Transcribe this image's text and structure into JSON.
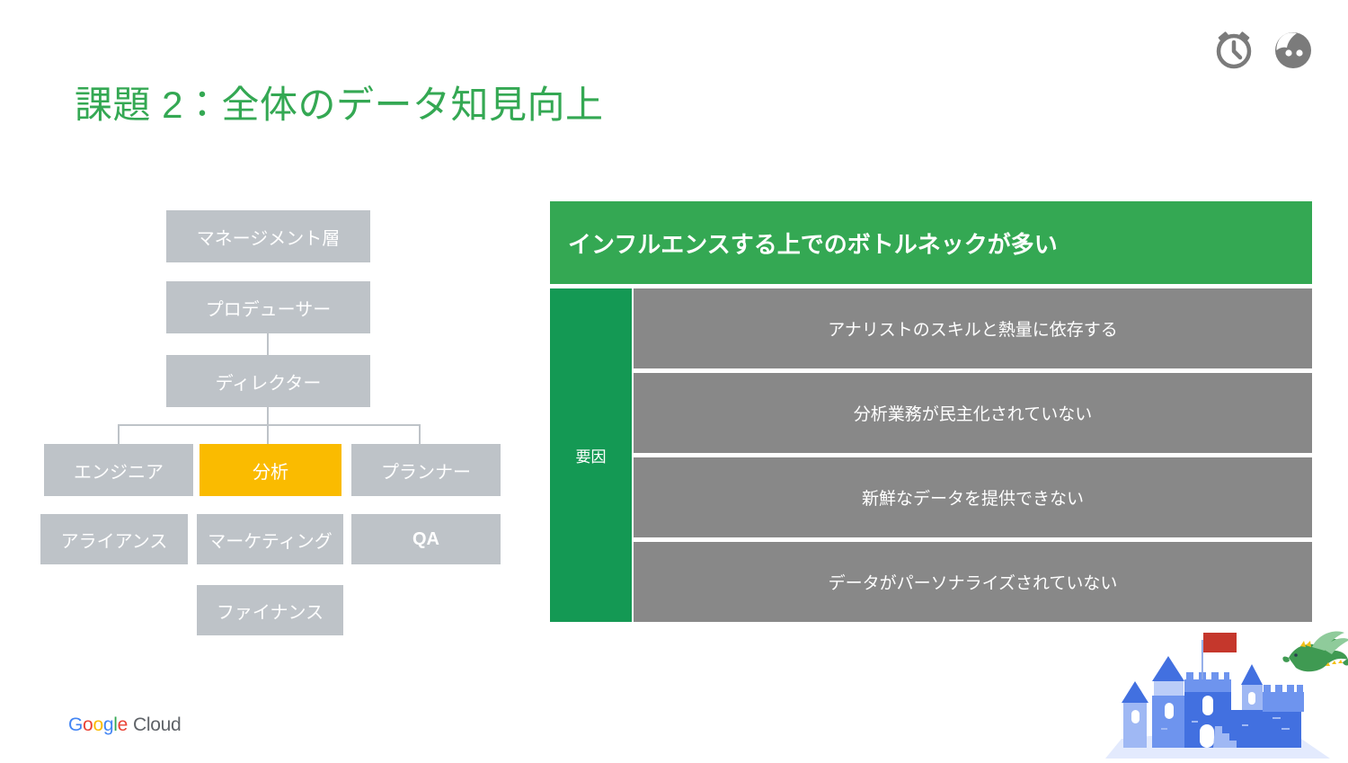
{
  "slide": {
    "title": "課題 2：全体のデータ知見向上",
    "accent_green": "#34A853",
    "label_green": "#149954",
    "node_gray": "#BEC3C8",
    "table_gray": "#888888",
    "highlight_yellow": "#FABB00"
  },
  "top_icons": [
    {
      "name": "alarm-clock-icon",
      "label": "alarm-clock"
    },
    {
      "name": "person-face-icon",
      "label": "person-face"
    }
  ],
  "org_chart": {
    "nodes": [
      {
        "label": "マネージメント層",
        "highlight": false
      },
      {
        "label": "プロデューサー",
        "highlight": false
      },
      {
        "label": "ディレクター",
        "highlight": false
      },
      {
        "label": "エンジニア",
        "highlight": false
      },
      {
        "label": "分析",
        "highlight": true
      },
      {
        "label": "プランナー",
        "highlight": false
      },
      {
        "label": "アライアンス",
        "highlight": false
      },
      {
        "label": "マーケティング",
        "highlight": false
      },
      {
        "label": "QA",
        "highlight": false
      },
      {
        "label": "ファイナンス",
        "highlight": false
      }
    ]
  },
  "table": {
    "header": "インフルエンスする上でのボトルネックが多い",
    "row_label": "要因",
    "rows": [
      "アナリストのスキルと熱量に依存する",
      "分析業務が民主化されていない",
      "新鮮なデータを提供できない",
      "データがパーソナライズされていない"
    ]
  },
  "footer": {
    "logo_letters": [
      "G",
      "o",
      "o",
      "g",
      "l",
      "e"
    ],
    "logo_suffix": "Cloud"
  },
  "artwork": {
    "name": "castle-and-dragon-illustration"
  }
}
